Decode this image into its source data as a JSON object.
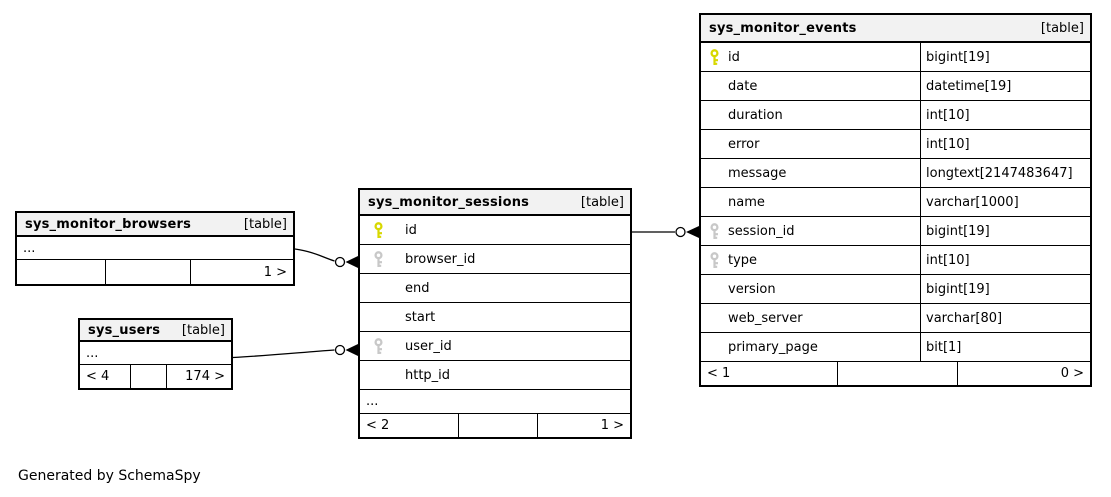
{
  "note": "Generated by SchemaSpy",
  "colors": {
    "primary_key": "#d8d800",
    "foreign_key": "#c8c8c8",
    "header_bg": "#f2f2f2",
    "border": "#000000"
  },
  "tables": {
    "events": {
      "title": "sys_monitor_events",
      "tag": "[table]",
      "columns": [
        {
          "name": "id",
          "type": "bigint[19]",
          "key": "primary"
        },
        {
          "name": "date",
          "type": "datetime[19]",
          "key": "none"
        },
        {
          "name": "duration",
          "type": "int[10]",
          "key": "none"
        },
        {
          "name": "error",
          "type": "int[10]",
          "key": "none"
        },
        {
          "name": "message",
          "type": "longtext[2147483647]",
          "key": "none"
        },
        {
          "name": "name",
          "type": "varchar[1000]",
          "key": "none"
        },
        {
          "name": "session_id",
          "type": "bigint[19]",
          "key": "foreign"
        },
        {
          "name": "type",
          "type": "int[10]",
          "key": "foreign"
        },
        {
          "name": "version",
          "type": "bigint[19]",
          "key": "none"
        },
        {
          "name": "web_server",
          "type": "varchar[80]",
          "key": "none"
        },
        {
          "name": "primary_page",
          "type": "bit[1]",
          "key": "none"
        }
      ],
      "footer": {
        "left": "< 1",
        "middle": "",
        "right": "0 >"
      }
    },
    "sessions": {
      "title": "sys_monitor_sessions",
      "tag": "[table]",
      "columns": [
        {
          "name": "id",
          "key": "primary"
        },
        {
          "name": "browser_id",
          "key": "foreign"
        },
        {
          "name": "end",
          "key": "none"
        },
        {
          "name": "start",
          "key": "none"
        },
        {
          "name": "user_id",
          "key": "foreign"
        },
        {
          "name": "http_id",
          "key": "none"
        }
      ],
      "ellipsis": "...",
      "footer": {
        "left": "< 2",
        "middle": "",
        "right": "1 >"
      }
    },
    "browsers": {
      "title": "sys_monitor_browsers",
      "tag": "[table]",
      "ellipsis": "...",
      "footer": {
        "left": "",
        "middle": "",
        "right": "1 >"
      }
    },
    "users": {
      "title": "sys_users",
      "tag": "[table]",
      "ellipsis": "...",
      "footer": {
        "left": "< 4",
        "middle": "",
        "right": "174 >"
      }
    }
  },
  "relationships": [
    {
      "from": "sys_monitor_sessions.id",
      "to": "sys_monitor_events.session_id"
    },
    {
      "from": "sys_monitor_browsers",
      "to": "sys_monitor_sessions.browser_id"
    },
    {
      "from": "sys_users",
      "to": "sys_monitor_sessions.user_id"
    }
  ]
}
